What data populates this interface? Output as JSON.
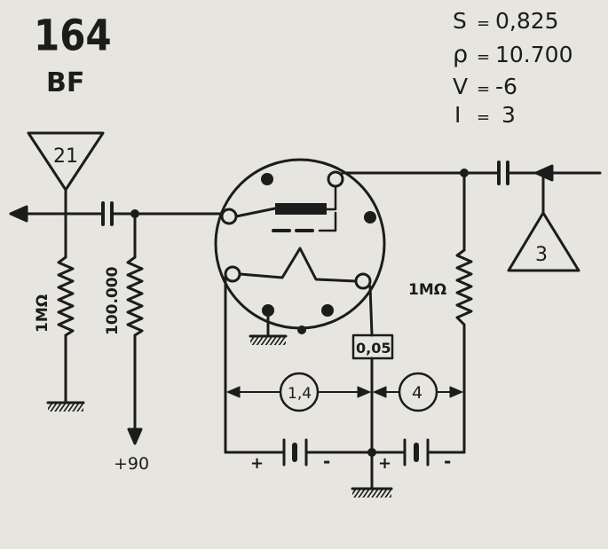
{
  "tube": {
    "number": "164",
    "type": "BF"
  },
  "parameters": [
    {
      "label": "S",
      "value": "0,825"
    },
    {
      "label": "ρ",
      "value": "10.700"
    },
    {
      "label": "V",
      "value": "-6"
    },
    {
      "label": "I",
      "value": "3"
    }
  ],
  "components": {
    "input_triangle": "21",
    "output_triangle": "3",
    "grid_leak": "1MΩ",
    "plate_load": "100.000",
    "right_resistor": "1MΩ",
    "filament_resistor": "0,05",
    "filament_voltage": "1,4",
    "bias_voltage": "4",
    "supply_voltage": "+90"
  },
  "battery_signs": {
    "left_plus": "+",
    "left_minus": "-",
    "right_plus": "+",
    "right_minus": "-"
  }
}
